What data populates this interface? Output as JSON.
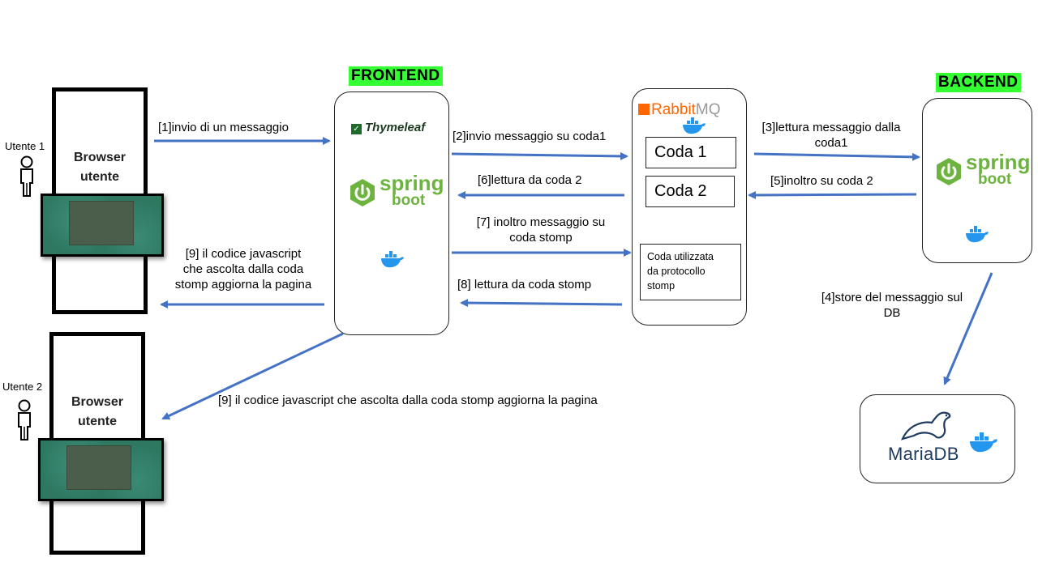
{
  "headers": {
    "frontend": "FRONTEND",
    "backend": "BACKEND"
  },
  "users": [
    {
      "label": "Utente 1",
      "browser": [
        "Browser",
        "utente"
      ]
    },
    {
      "label": "Utente 2",
      "browser": [
        "Browser",
        "utente"
      ]
    }
  ],
  "frontend": {
    "thymeleaf": "Thymeleaf",
    "spring": "spring",
    "boot": "boot"
  },
  "rabbit": {
    "logo_a": "Rabbit",
    "logo_b": "MQ",
    "queue1": "Coda 1",
    "queue2": "Coda 2",
    "stomp": [
      "Coda utilizzata",
      "da protocollo",
      "stomp"
    ]
  },
  "backend": {
    "spring": "spring",
    "boot": "boot"
  },
  "db": {
    "name": "MariaDB"
  },
  "steps": {
    "s1": "[1]invio di un messaggio",
    "s2": "[2]invio messaggio su coda1",
    "s3": [
      "[3]lettura messaggio dalla",
      "coda1"
    ],
    "s4": [
      "[4]store del messaggio sul",
      "DB"
    ],
    "s5": "[5]inoltro su coda 2",
    "s6": "[6]lettura da coda 2",
    "s7": [
      "[7] inoltro messaggio su",
      "coda stomp"
    ],
    "s8": "[8] lettura da coda stomp",
    "s9a": [
      "[9] il codice javascript",
      "che ascolta dalla coda",
      "stomp aggiorna la pagina"
    ],
    "s9b": "[9] il codice javascript che ascolta dalla coda stomp aggiorna la pagina"
  },
  "colors": {
    "arrow": "#4472c4",
    "spring_green": "#6db33f",
    "header_green": "#33ff33",
    "rabbit_orange": "#ff6600",
    "docker_blue": "#2496ed",
    "mariadb_navy": "#1f3a5f"
  }
}
